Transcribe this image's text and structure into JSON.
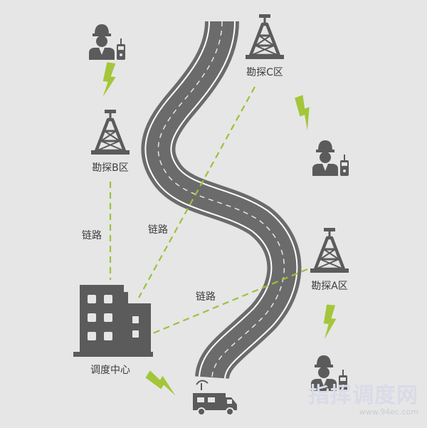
{
  "diagram": {
    "nodes": {
      "zone_c": "勘探C区",
      "zone_b": "勘探B区",
      "zone_a": "勘探A区",
      "dispatch_center": "调度中心"
    },
    "links": {
      "link_left": "链路",
      "link_middle": "链路",
      "link_lower": "链路"
    },
    "colors": {
      "background": "#e6e6e6",
      "icon": "#5b5b5b",
      "road": "#6b6b6b",
      "link_dash": "#9bc23c",
      "lightning": "#a4c639"
    }
  },
  "watermark": {
    "text": "指挥调度网",
    "url": "www.94ec.com"
  }
}
